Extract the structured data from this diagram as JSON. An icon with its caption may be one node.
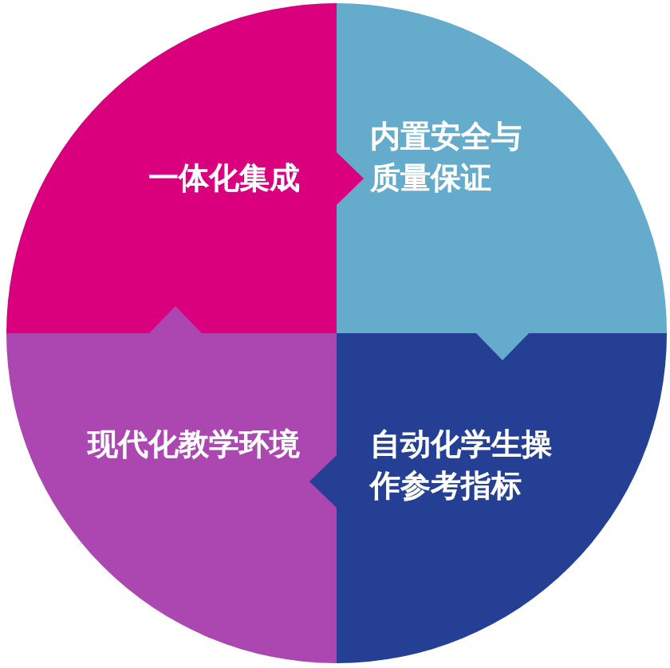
{
  "diagram": {
    "nodes": [
      {
        "text": [
          "一体化集成"
        ]
      },
      {
        "text": [
          "内置安全与质量保证"
        ]
      },
      {
        "text": [
          "现代化教学环境"
        ]
      },
      {
        "text": [
          "自动化学生操作参考指标"
        ]
      }
    ],
    "edges": [
      {
        "from": 0,
        "to": 1,
        "arrow": "to"
      },
      {
        "from": 1,
        "to": 3,
        "arrow": "to"
      },
      {
        "from": 3,
        "to": 2,
        "arrow": "to"
      },
      {
        "from": 2,
        "to": 0,
        "arrow": "to"
      }
    ]
  }
}
